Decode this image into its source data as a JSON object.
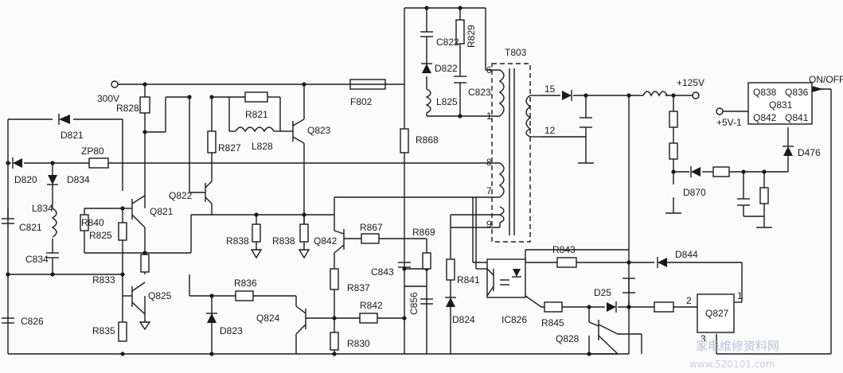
{
  "labels": {
    "v300": "300V",
    "v125": "+125V",
    "onoff": "ON/OFF",
    "v5": "+5V-1",
    "R828": "R828",
    "R821": "R821",
    "L828": "L828",
    "Q823": "Q823",
    "F802": "F802",
    "C822": "C822",
    "R829": "R829",
    "D822": "D822",
    "L825": "L825",
    "C823": "C823",
    "T803": "T803",
    "p6": "6",
    "p1": "1",
    "p8": "8",
    "p7": "7",
    "p9": "9",
    "p15": "15",
    "p12": "12",
    "D821": "D821",
    "ZP80": "ZP80",
    "D820": "D820",
    "D834": "D834",
    "L834": "L834",
    "C821": "C821",
    "R840": "R840",
    "R825": "R825",
    "Q821": "Q821",
    "Q822": "Q822",
    "R827": "R827",
    "R868": "R868",
    "C834": "C834",
    "R833": "R833",
    "Q825": "Q825",
    "C826": "C826",
    "R835": "R835",
    "R838a": "R838",
    "R838b": "R838",
    "Q842": "Q842",
    "R867": "R867",
    "R869": "R869",
    "C843": "C843",
    "R836": "R836",
    "R837": "R837",
    "D823": "D823",
    "Q824": "Q824",
    "R842": "R842",
    "C856": "C856",
    "D824": "D824",
    "R841": "R841",
    "R830": "R830",
    "IC826": "IC826",
    "R843": "R843",
    "D844": "D844",
    "D25": "D25",
    "R845": "R845",
    "Q828": "Q828",
    "Q827": "Q827",
    "q827p2": "2",
    "q827p1": "1",
    "q827p3": "3",
    "D870": "D870",
    "D476": "D476",
    "Q838": "Q838",
    "Q836": "Q836",
    "Q831": "Q831",
    "Q842b": "Q842",
    "Q841": "Q841"
  },
  "watermark": {
    "title": "家电维修资料网",
    "url": "www.520101.com"
  }
}
